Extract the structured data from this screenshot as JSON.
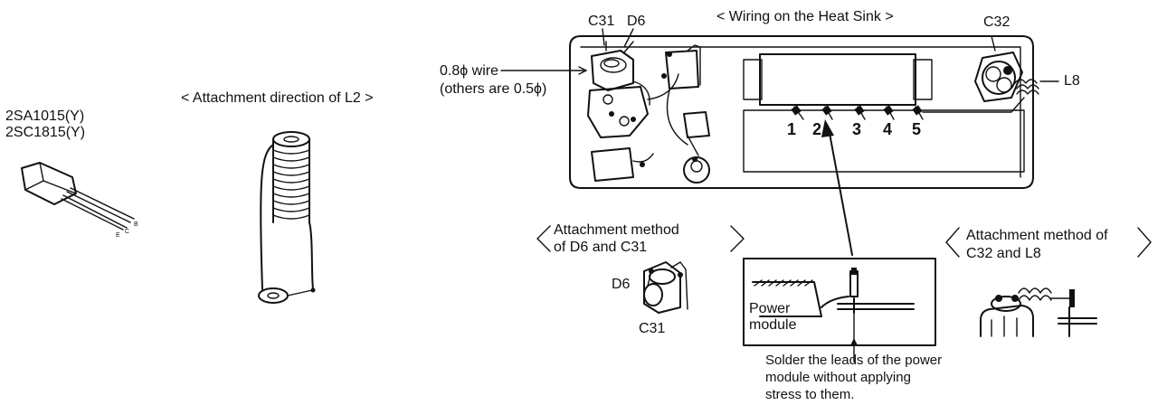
{
  "transistor": {
    "part_1": "2SA1015(Y)",
    "part_2": "2SC1815(Y)",
    "lead_labels": [
      "E",
      "C",
      "B"
    ]
  },
  "l2": {
    "title": "< Attachment direction of L2 >"
  },
  "heatsink": {
    "title": "< Wiring on the Heat Sink >",
    "label_c31": "C31",
    "label_d6": "D6",
    "label_c32": "C32",
    "label_l8": "L8",
    "wire_note_1": "0.8ϕ wire",
    "wire_note_2": "(others are 0.5ϕ)",
    "pin_numbers": [
      "1",
      "2",
      "3",
      "4",
      "5"
    ]
  },
  "d6c31": {
    "title_line1": "Attachment method",
    "title_line2": "of D6 and C31",
    "label_d6": "D6",
    "label_c31": "C31"
  },
  "power_module": {
    "label_line1": "Power",
    "label_line2": "module",
    "note_line1": "Solder the leads of the power",
    "note_line2": "module without applying",
    "note_line3": "stress to them."
  },
  "c32l8": {
    "title_line1": "Attachment method of",
    "title_line2": "C32 and L8"
  }
}
